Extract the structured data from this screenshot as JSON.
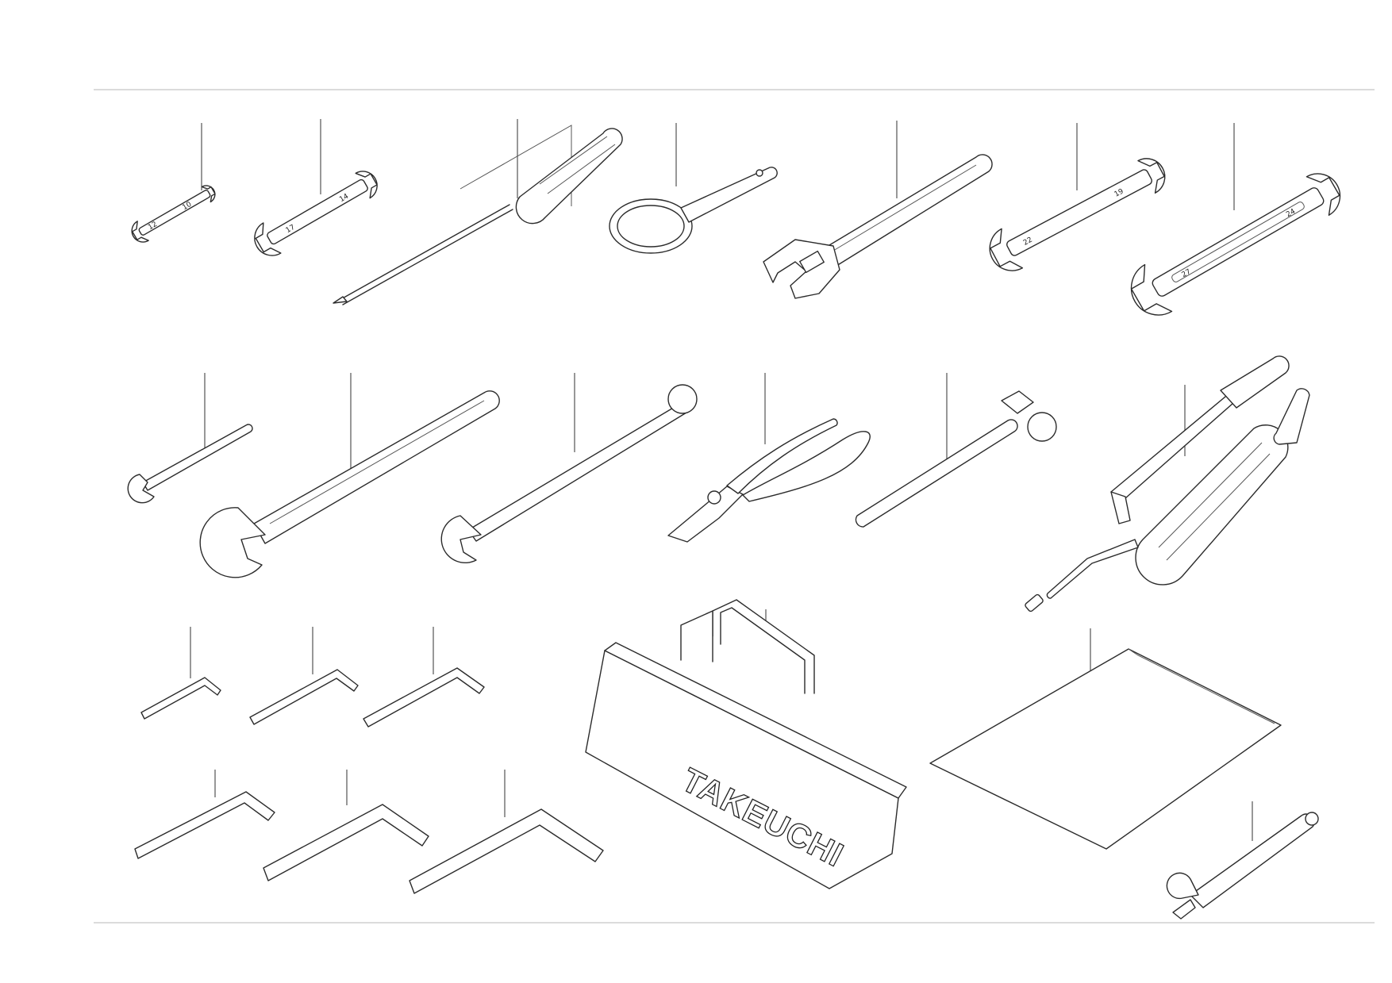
{
  "colors": {
    "line": "#2b2b2b",
    "frame": "#cfcfcf",
    "background": "#ffffff"
  },
  "wrench_marks": {
    "w1_a": "10",
    "w1_b": "12",
    "w2_a": "14",
    "w2_b": "17",
    "w6_a": "19",
    "w6_b": "22",
    "w7_a": "24",
    "w7_b": "27"
  },
  "bag": {
    "brand": "TAKEUCHI"
  },
  "parts": [
    {
      "icon": "open-end-wrench-icon"
    },
    {
      "icon": "open-end-wrench-icon"
    },
    {
      "icon": "screwdriver-icon"
    },
    {
      "icon": "filter-wrench-icon"
    },
    {
      "icon": "adjustable-wrench-icon"
    },
    {
      "icon": "open-end-wrench-icon"
    },
    {
      "icon": "open-end-wrench-icon"
    },
    {
      "icon": "single-open-end-wrench-icon"
    },
    {
      "icon": "large-open-end-wrench-icon"
    },
    {
      "icon": "long-open-end-wrench-icon"
    },
    {
      "icon": "pliers-icon"
    },
    {
      "icon": "hammer-icon"
    },
    {
      "icon": "grease-gun-icon"
    },
    {
      "icon": "hex-key-icon"
    },
    {
      "icon": "tool-bag-icon"
    },
    {
      "icon": "manual-sheet-icon"
    },
    {
      "icon": "grease-gun-adapter-icon"
    }
  ]
}
